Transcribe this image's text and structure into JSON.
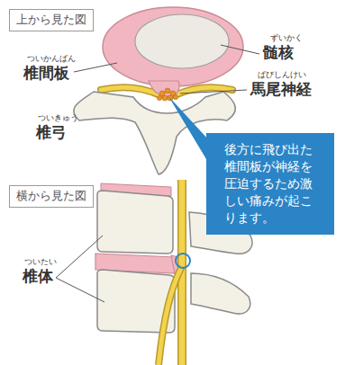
{
  "diagram": {
    "nodes": [
      {
        "text": [
          "上から見た図"
        ]
      },
      {
        "text": [
          "後方に飛び出た椎間板が神経を圧迫するため激しい痛みが起こります。"
        ]
      },
      {
        "text": [
          "横から見た図"
        ]
      }
    ],
    "labels": [
      "ずいかく",
      "髄核",
      "ついかんばん",
      "椎間板",
      "ばびしんけい",
      "馬尾神経",
      "ついきゅう",
      "椎弓",
      "ついたい",
      "椎体"
    ]
  }
}
